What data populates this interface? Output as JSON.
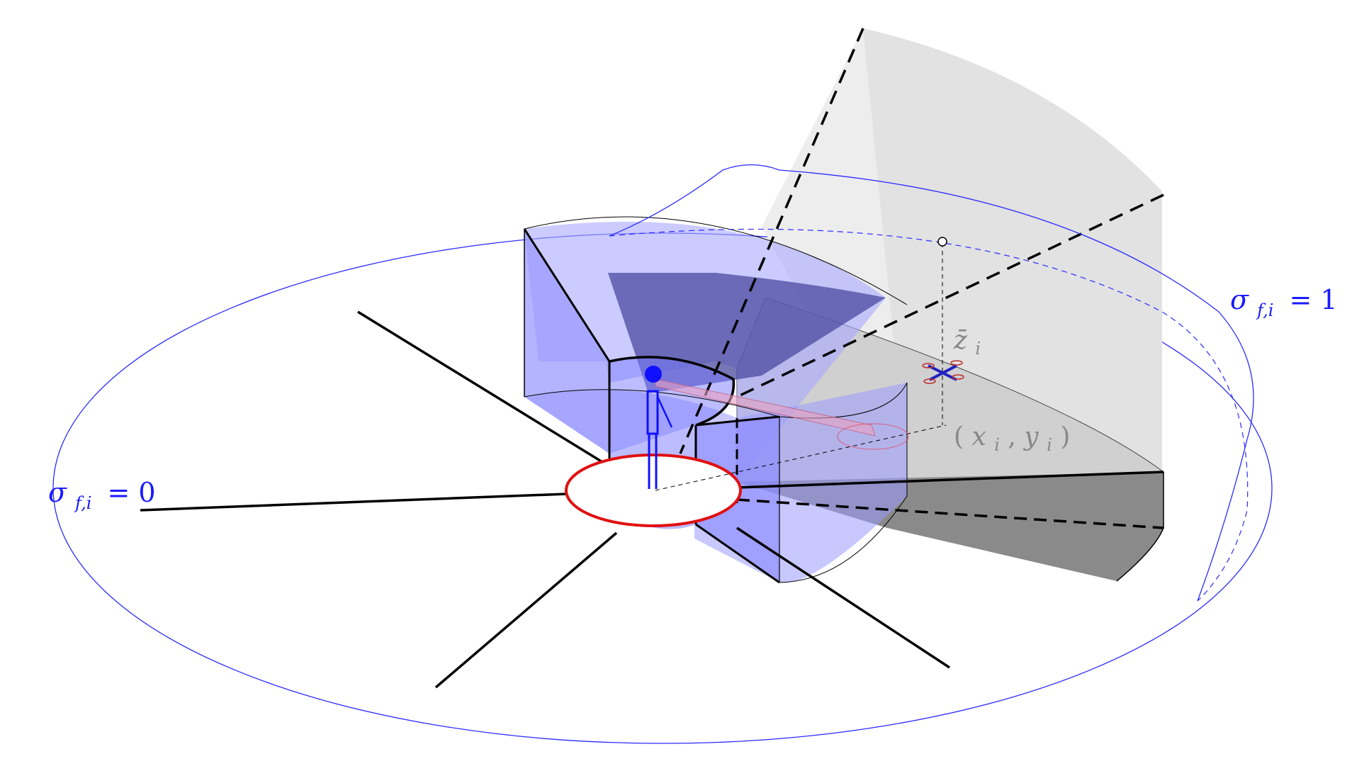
{
  "labels": {
    "sigma_zero": {
      "symbol": "σ",
      "subscript": "f,i",
      "relation": "= 0"
    },
    "sigma_one": {
      "symbol": "σ",
      "subscript": "f,i",
      "relation": "= 1"
    },
    "z_bar": {
      "symbol": "z̄",
      "subscript": "i"
    },
    "xy": {
      "open": "(",
      "x": "x",
      "x_sub": "i",
      "comma": ", ",
      "y": "y",
      "y_sub": "i",
      "close": ")"
    }
  },
  "colors": {
    "blue_label": "#1a1aff",
    "blue_line": "#2b2bff",
    "blue_fill": "#7a7aff",
    "dark_blue_fill": "#4a4aa0",
    "gray_fill": "#d8d8d8",
    "dark_gray_fill": "#8a8a8a",
    "red": "#e01010",
    "black": "#000000",
    "gray_text": "#888888"
  }
}
